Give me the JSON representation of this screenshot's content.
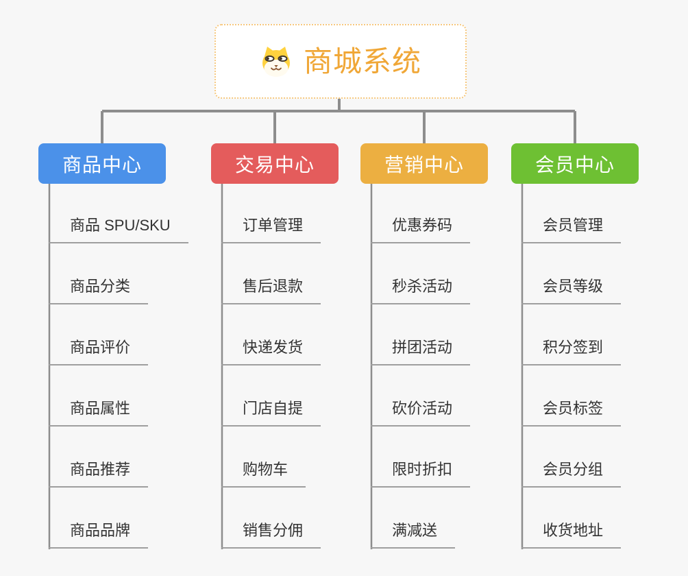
{
  "root": {
    "title": "商城系统",
    "icon": "dog-face-icon"
  },
  "branches": [
    {
      "label": "商品中心",
      "color": "#4B91E9",
      "items": [
        "商品 SPU/SKU",
        "商品分类",
        "商品评价",
        "商品属性",
        "商品推荐",
        "商品品牌"
      ]
    },
    {
      "label": "交易中心",
      "color": "#E45C5C",
      "items": [
        "订单管理",
        "售后退款",
        "快递发货",
        "门店自提",
        "购物车",
        "销售分佣"
      ]
    },
    {
      "label": "营销中心",
      "color": "#ECAF41",
      "items": [
        "优惠券码",
        "秒杀活动",
        "拼团活动",
        "砍价活动",
        "限时折扣",
        "满减送"
      ]
    },
    {
      "label": "会员中心",
      "color": "#6EC033",
      "items": [
        "会员管理",
        "会员等级",
        "积分签到",
        "会员标签",
        "会员分组",
        "收货地址"
      ]
    }
  ],
  "colors": {
    "background": "#F7F7F7",
    "connector": "#8D8D8D",
    "leaf_underline": "#9E9E9E",
    "leaf_text": "#333333",
    "root_border": "#F6C87E",
    "root_title": "#F0A737",
    "root_bg": "#FFFFFF",
    "node_text": "#FFFFFF"
  }
}
